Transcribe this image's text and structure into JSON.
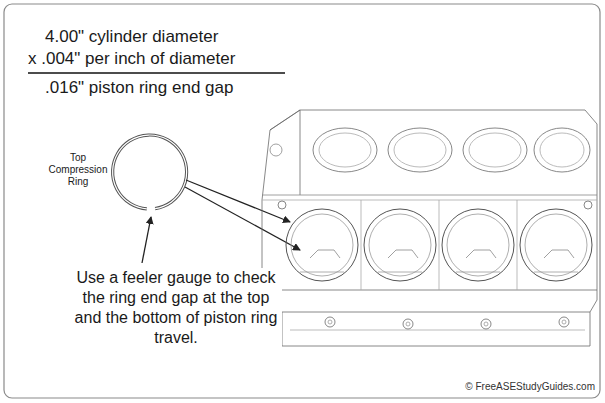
{
  "diagram": {
    "labels": [
      "4.00\" cylinder diameter",
      "x .004\" per inch of diameter",
      ".016\" piston ring end gap",
      "Top Compression Ring",
      "Use a feeler gauge to check the ring end gap at the top and the bottom of piston ring travel.",
      "© FreeASEStudyGuides.com"
    ]
  }
}
